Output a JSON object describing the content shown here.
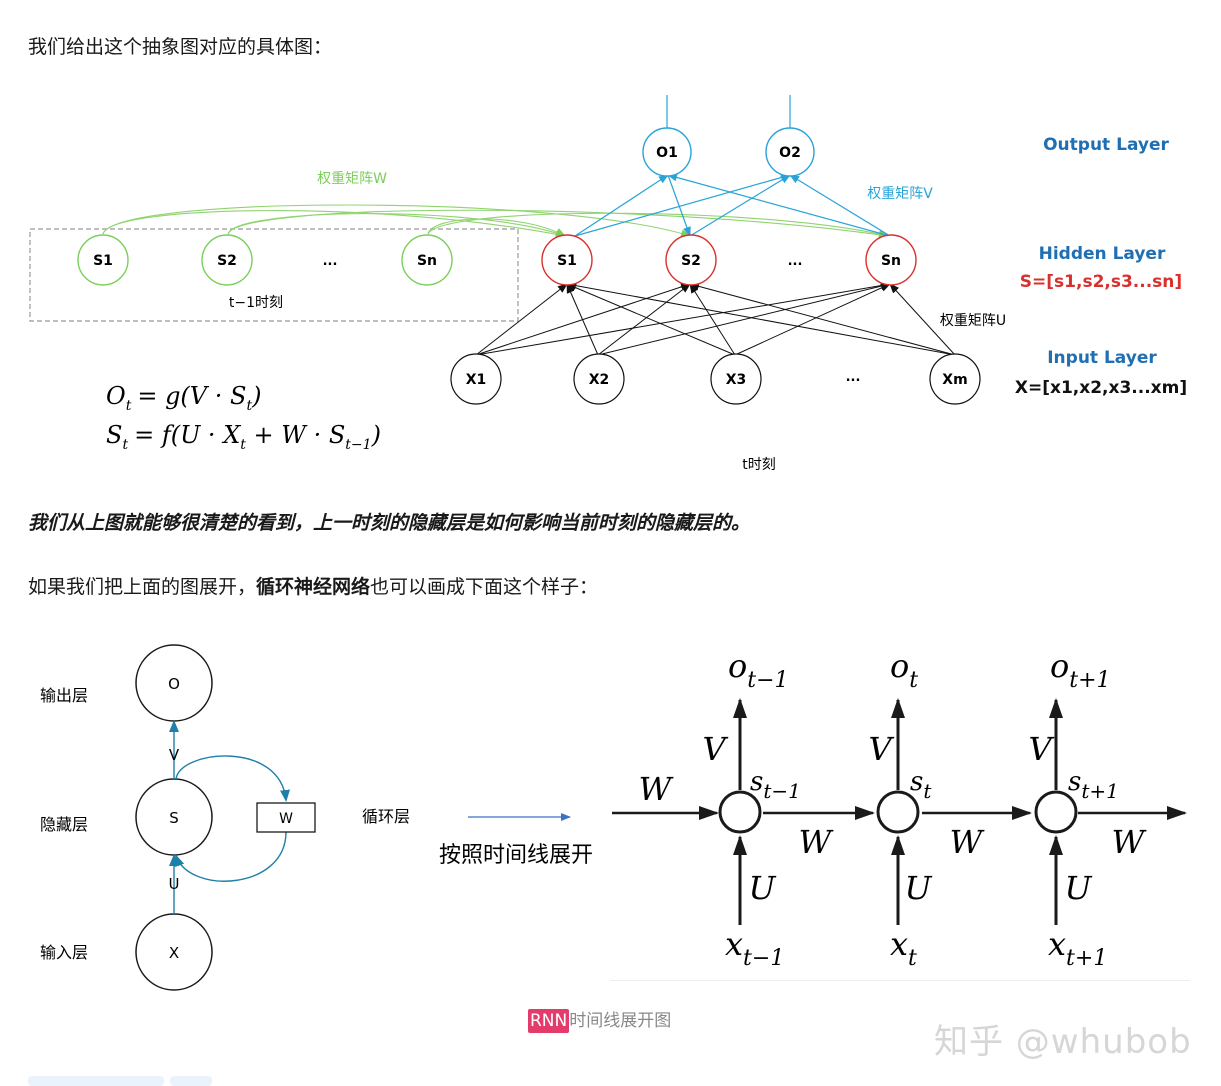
{
  "intro_text": "我们给出这个抽象图对应的具体图：",
  "bold_statement": "我们从上图就能够很清楚的看到，上一时刻的隐藏层是如何影响当前时刻的隐藏层的。",
  "unfold_text": {
    "before": "如果我们把上面的图展开，",
    "bold": "循环神经网络",
    "after": "也可以画成下面这个样子："
  },
  "figure1": {
    "prev_nodes": [
      "S1",
      "S2",
      "...",
      "Sn"
    ],
    "prev_box_label": "t−1时刻",
    "weight_w_label": "权重矩阵W",
    "weight_v_label": "权重矩阵V",
    "weight_u_label": "权重矩阵U",
    "output_nodes": [
      "O1",
      "O2"
    ],
    "hidden_nodes": [
      "S1",
      "S2",
      "...",
      "Sn"
    ],
    "input_nodes": [
      "X1",
      "X2",
      "X3",
      "...",
      "Xm"
    ],
    "output_layer_label": "Output Layer",
    "hidden_layer_label": "Hidden Layer",
    "hidden_vector": "S=[s1,s2,s3...sn]",
    "input_layer_label": "Input Layer",
    "input_vector": "X=[x1,x2,x3...xm]",
    "time_label": "t时刻",
    "eq1": {
      "lhs": "O",
      "lhs_sub": "t",
      "rhs": "= g(V · S",
      "rhs_sub": "t",
      "close": ")"
    },
    "eq2": {
      "lhs": "S",
      "lhs_sub": "t",
      "rhs": "= f(U · X",
      "rhs_sub": "t",
      "mid": " + W · S",
      "mid_sub": "t−1",
      "close": ")"
    },
    "colors": {
      "green": "#7ccf5a",
      "red": "#d9302c",
      "blue": "#2aa3d8",
      "layer_blue": "#1f6fb2",
      "vec_red": "#d9302c"
    }
  },
  "figure2": {
    "output_layer": "输出层",
    "hidden_layer": "隐藏层",
    "input_layer": "输入层",
    "node_o": "O",
    "node_s": "S",
    "node_x": "X",
    "label_v": "V",
    "label_u": "U",
    "box_w": "W",
    "loop_layer": "循环层",
    "unfold_label": "按照时间线展开",
    "w": "W",
    "v": "V",
    "u": "U",
    "steps": [
      {
        "o": "o",
        "o_sub": "t−1",
        "s": "s",
        "s_sub": "t−1",
        "x": "x",
        "x_sub": "t−1"
      },
      {
        "o": "o",
        "o_sub": "t",
        "s": "s",
        "s_sub": "t",
        "x": "x",
        "x_sub": "t"
      },
      {
        "o": "o",
        "o_sub": "t+1",
        "s": "s",
        "s_sub": "t+1",
        "x": "x",
        "x_sub": "t+1"
      }
    ]
  },
  "caption": {
    "highlight": "RNN",
    "rest": "时间线展开图"
  },
  "watermark": "知乎 @whubob"
}
